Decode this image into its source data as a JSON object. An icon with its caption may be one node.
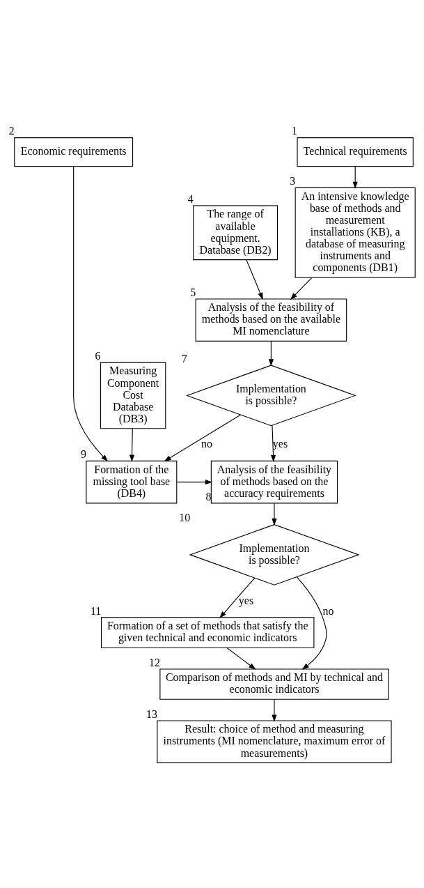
{
  "diagram": {
    "nodes": [
      {
        "text": [
          "Technical requirements"
        ],
        "beside": [
          "1"
        ]
      },
      {
        "text": [
          "Economic requirements"
        ],
        "beside": [
          "2"
        ]
      },
      {
        "text": [
          "An intensive knowledge base of methods and measurement installations (KB), a database of measuring instruments and components (DB1)"
        ],
        "beside": [
          "3"
        ]
      },
      {
        "text": [
          "The range of available equipment. Database (DB2)"
        ],
        "beside": [
          "4"
        ]
      },
      {
        "text": [
          "Analysis of the feasibility of methods based on the available MI nomenclature"
        ],
        "beside": [
          "5"
        ]
      },
      {
        "text": [
          "Measuring Component Cost Database (DB3)"
        ],
        "beside": [
          "6"
        ]
      },
      {
        "text": [
          "Implementation is possible?"
        ],
        "beside": [
          "7"
        ]
      },
      {
        "text": [
          "Formation of the missing tool base (DB4)"
        ],
        "beside": [
          "9"
        ]
      },
      {
        "text": [
          "Analysis of the feasibility of methods based on the accuracy requirements"
        ],
        "beside": [
          "8"
        ]
      },
      {
        "text": [
          "Implementation is possible?"
        ],
        "beside": [
          "10"
        ]
      },
      {
        "text": [
          "Formation of a set of methods that satisfy the given technical and economic indicators"
        ],
        "beside": [
          "11"
        ]
      },
      {
        "text": [
          "Comparison of methods and MI by technical and economic indicators"
        ],
        "beside": [
          "12"
        ]
      },
      {
        "text": [
          "Result: choice of method and measuring instruments (MI nomenclature, maximum error of measurements)"
        ],
        "beside": [
          "13"
        ]
      }
    ],
    "edges": [
      {
        "from": 0,
        "to": 2,
        "arrow": "to"
      },
      {
        "from": 2,
        "to": 4,
        "arrow": "to"
      },
      {
        "from": 3,
        "to": 4,
        "arrow": "to"
      },
      {
        "from": 4,
        "to": 6,
        "arrow": "to"
      },
      {
        "from": 6,
        "to": 8,
        "arrow": "to",
        "label": "yes"
      },
      {
        "from": 6,
        "to": 7,
        "arrow": "to",
        "label": "no"
      },
      {
        "from": 5,
        "to": 7,
        "arrow": "to"
      },
      {
        "from": 1,
        "to": 7,
        "arrow": "to"
      },
      {
        "from": 7,
        "to": 8,
        "arrow": "to"
      },
      {
        "from": 8,
        "to": 9,
        "arrow": "to"
      },
      {
        "from": 9,
        "to": 10,
        "arrow": "to",
        "label": "yes"
      },
      {
        "from": 9,
        "to": 11,
        "arrow": "to",
        "label": "no"
      },
      {
        "from": 10,
        "to": 11,
        "arrow": "to"
      },
      {
        "from": 11,
        "to": 12,
        "arrow": "to"
      }
    ]
  }
}
